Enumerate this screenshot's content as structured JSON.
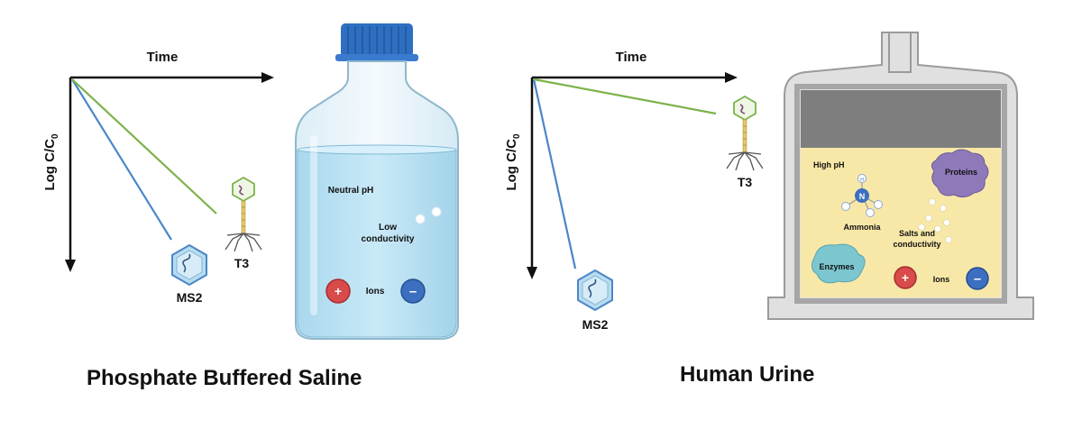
{
  "left_panel": {
    "axis_x_label": "Time",
    "axis_y_label": "Log C/C",
    "axis_y_subscript": "0",
    "ms2_label": "MS2",
    "t3_label": "T3",
    "bottle_labels": {
      "neutral_ph": "Neutral pH",
      "low_conductivity_1": "Low",
      "low_conductivity_2": "conductivity",
      "ions": "Ions",
      "plus": "+",
      "minus": "–"
    },
    "caption": "Phosphate Buffered Saline"
  },
  "right_panel": {
    "axis_x_label": "Time",
    "axis_y_label": "Log C/C",
    "axis_y_subscript": "0",
    "ms2_label": "MS2",
    "t3_label": "T3",
    "tank_labels": {
      "high_ph": "High pH",
      "proteins": "Proteins",
      "ammonia": "Ammonia",
      "n_atom": "N",
      "h_atom": "H",
      "salts_1": "Salts and",
      "salts_2": "conductivity",
      "enzymes": "Enzymes",
      "ions": "Ions",
      "plus": "+",
      "minus": "–"
    },
    "caption": "Human Urine"
  },
  "colors": {
    "ms2_line": "#4a86c8",
    "t3_line": "#7cb24a",
    "axis": "#111111",
    "water": "#b9e1f3",
    "urine": "#f8e8a8",
    "plus_ion": "#d94a4a",
    "minus_ion": "#3d6fc0",
    "proteins": "#8e79b9",
    "enzymes": "#7cc6cf"
  }
}
